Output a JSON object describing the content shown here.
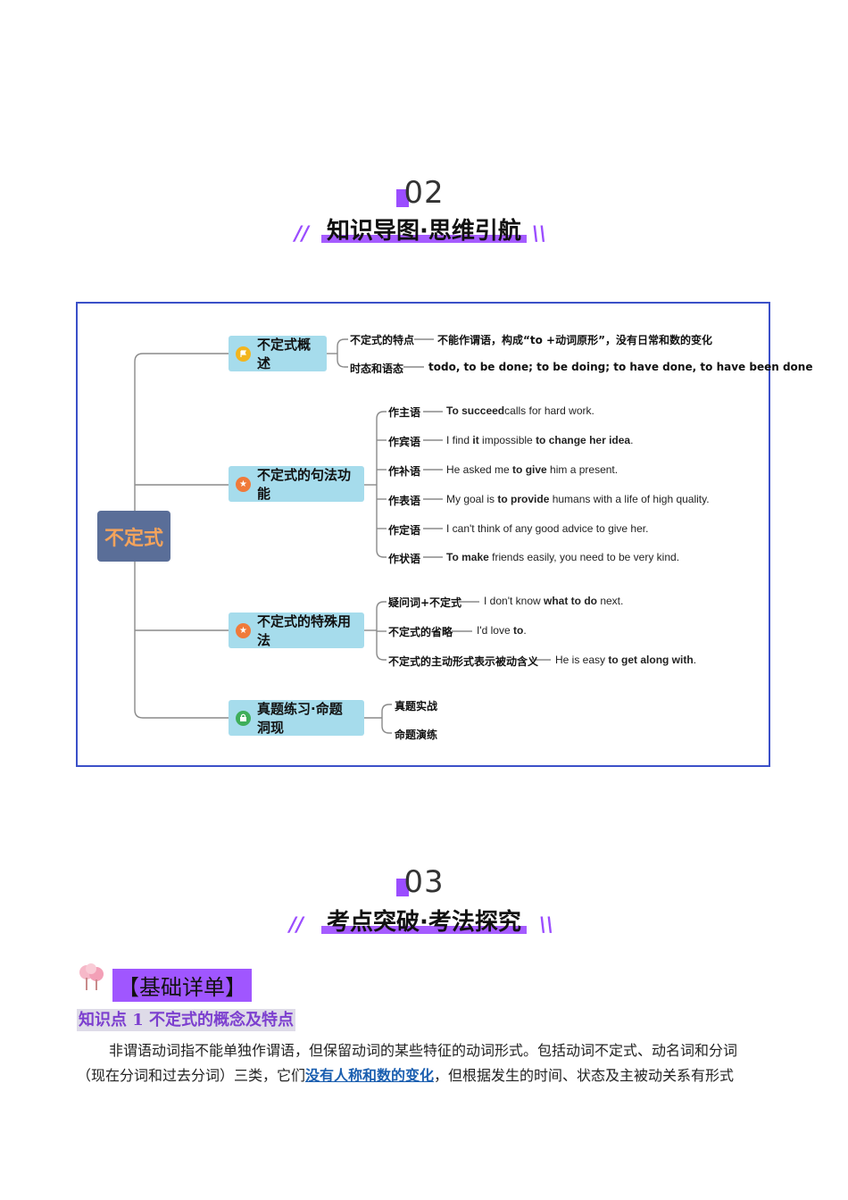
{
  "section2": {
    "number": "02",
    "title": "知识导图·思维引航"
  },
  "mindmap": {
    "root": "不定式",
    "branches": [
      {
        "label": "不定式概述",
        "icon": "flag-icon",
        "icon_color": "#f2b51f",
        "leaves": [
          {
            "label": "不定式的特点",
            "text": "不能作谓语，构成“to +动词原形”，没有日常和数的变化"
          },
          {
            "label": "时态和语态",
            "text": "todo, to be done; to be doing; to have done, to have been done"
          }
        ]
      },
      {
        "label": "不定式的句法功能",
        "icon": "star-icon",
        "icon_color": "#f07a3a",
        "leaves": [
          {
            "label": "作主语",
            "bold": "To succeed",
            "rest": "calls for hard work."
          },
          {
            "label": "作宾语",
            "pre": "I find ",
            "bold": "it",
            "mid": " impossible ",
            "bold2": "to change her idea",
            "rest": "."
          },
          {
            "label": "作补语",
            "pre": "He asked me ",
            "bold": "to give",
            "rest": " him a present."
          },
          {
            "label": "作表语",
            "pre": "My goal is ",
            "bold": "to provide",
            "rest": " humans with a life of high quality."
          },
          {
            "label": "作定语",
            "pre": "I can't think of any good advice ",
            "bold": "",
            "rest": "to give her."
          },
          {
            "label": "作状语",
            "bold": "To make",
            "rest": " friends easily, you need to be very kind."
          }
        ]
      },
      {
        "label": "不定式的特殊用法",
        "icon": "star-icon",
        "icon_color": "#f07a3a",
        "leaves": [
          {
            "label": "疑问词+不定式",
            "pre": "I don't know ",
            "bold": "what to do",
            "rest": " next."
          },
          {
            "label": "不定式的省略",
            "pre": "I'd love ",
            "bold": "to",
            "rest": "."
          },
          {
            "label": "不定式的主动形式表示被动含义",
            "pre": "He is easy ",
            "bold": "to get along with",
            "rest": "."
          }
        ]
      },
      {
        "label": "真题练习·命题洞现",
        "icon": "lock-icon",
        "icon_color": "#3fae5a",
        "leaves": [
          {
            "label": "真题实战"
          },
          {
            "label": "命题演练"
          }
        ]
      }
    ]
  },
  "section3": {
    "number": "03",
    "title": "考点突破·考法探究"
  },
  "basics_tag": "【基础详单】",
  "knowledge_point": "知识点 1  不定式的概念及特点",
  "paragraph": {
    "part1": "非谓语动词指不能单独作谓语，但保留动词的某些特征的动词形式。包括动词不定式、动名词和分词",
    "part2a": "（现在分词和过去分词）三类，它们",
    "link": "没有人称和数的变化",
    "part2b": "，但根据发生的时间、状态及主被动关系有形式"
  }
}
